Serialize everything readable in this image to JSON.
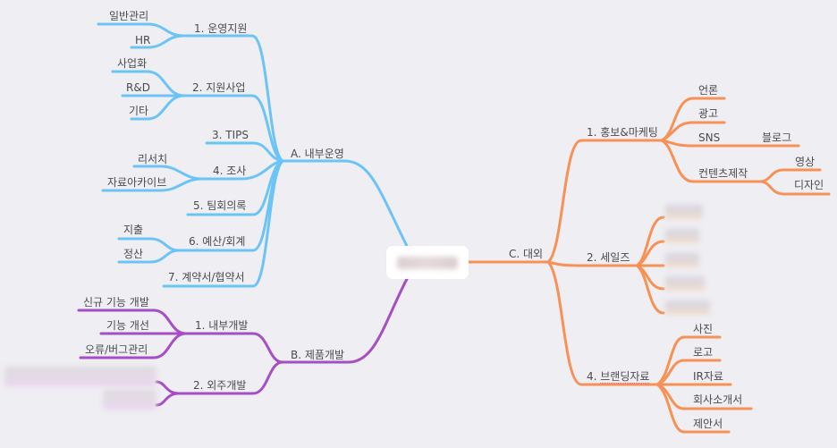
{
  "colors": {
    "background": "#efeef3",
    "branch_a": "#6cc4f6",
    "branch_b": "#a64fc4",
    "branch_c": "#f79155",
    "text": "#4a4a4f",
    "center_node_bg": "#ffffff"
  },
  "center": {
    "label": "(blurred)"
  },
  "branch_a": {
    "label": "A. 내부운영",
    "children": [
      {
        "label": "1. 운영지원",
        "children": [
          "일반관리",
          "HR"
        ]
      },
      {
        "label": "2. 지원사업",
        "children": [
          "사업화",
          "R&D",
          "기타"
        ]
      },
      {
        "label": "3. TIPS"
      },
      {
        "label": "4. 조사",
        "children": [
          "리서치",
          "자료아카이브"
        ]
      },
      {
        "label": "5. 팀회의록"
      },
      {
        "label": "6. 예산/회계",
        "children": [
          "지출",
          "정산"
        ]
      },
      {
        "label": "7. 계약서/협약서"
      }
    ]
  },
  "branch_b": {
    "label": "B. 제품개발",
    "children": [
      {
        "label": "1. 내부개발",
        "children": [
          "신규 기능 개발",
          "기능 개선",
          "오류/버그관리"
        ]
      },
      {
        "label": "2. 외주개발",
        "children": [
          "(blurred)",
          "(blurred)"
        ]
      }
    ]
  },
  "branch_c": {
    "label": "C. 대외",
    "children": [
      {
        "label": "1. 홍보&마케팅",
        "children": [
          {
            "label": "언론"
          },
          {
            "label": "광고"
          },
          {
            "label": "SNS",
            "children": [
              "블로그"
            ]
          },
          {
            "label": "컨텐츠제작",
            "children": [
              "영상",
              "디자인"
            ]
          }
        ]
      },
      {
        "label": "2. 세일즈",
        "children": [
          "(blurred)",
          "(blurred)",
          "(blurred)",
          "(blurred)",
          "(blurred)"
        ]
      },
      {
        "label": "4. 브랜딩자료",
        "children": [
          "사진",
          "로고",
          "IR자료",
          "회사소개서",
          "제안서"
        ]
      }
    ]
  }
}
